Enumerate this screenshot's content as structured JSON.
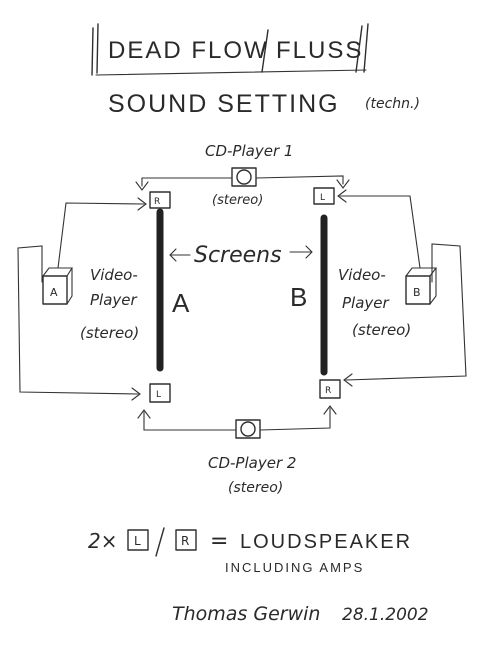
{
  "title": {
    "part1": "DEAD FLOW",
    "part2": "FLUSS"
  },
  "subtitle": {
    "main": "SOUND SETTING",
    "note": "(techn.)"
  },
  "cd_player_1": {
    "label": "CD-Player 1",
    "mode": "(stereo)"
  },
  "cd_player_2": {
    "label": "CD-Player 2",
    "mode": "(stereo)"
  },
  "screens_label": "Screens",
  "screen_a": "A",
  "screen_b": "B",
  "video_player_a": {
    "line1": "Video-",
    "line2": "Player",
    "line3": "(stereo)",
    "box": "A"
  },
  "video_player_b": {
    "line1": "Video-",
    "line2": "Player",
    "line3": "(stereo)",
    "box": "B"
  },
  "speakers": {
    "top_left": "R",
    "top_right": "L",
    "bottom_left": "L",
    "bottom_right": "R"
  },
  "legend": {
    "prefix": "2×",
    "box_l": "L",
    "box_r": "R",
    "equals": "=",
    "line1": "LOUDSPEAKER",
    "line2": "INCLUDING AMPS"
  },
  "signature": {
    "name": "Thomas Gerwin",
    "date": "28.1.2002"
  }
}
